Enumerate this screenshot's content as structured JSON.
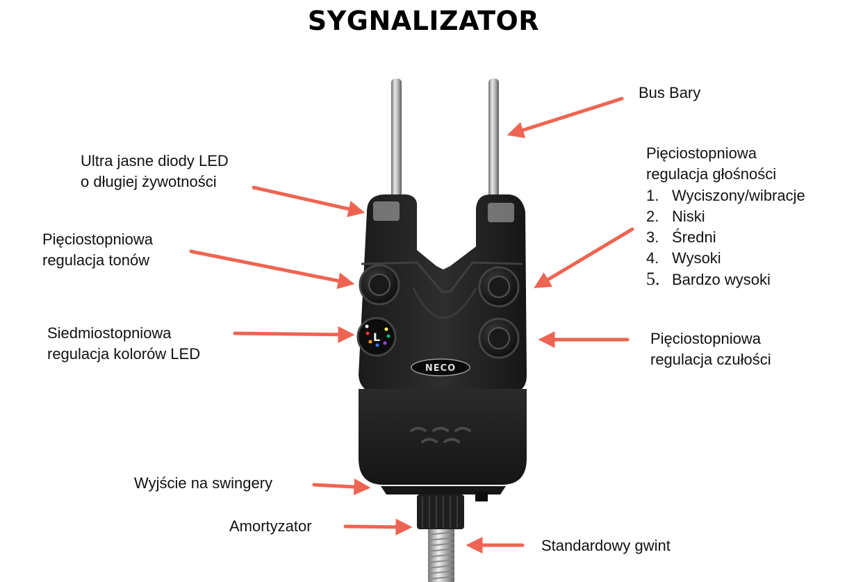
{
  "title": "SYGNALIZATOR",
  "brand": "NECO",
  "led_dial_letter": "L",
  "arrow_color": "#EE6452",
  "labels": {
    "bus_bars": "Bus Bary",
    "led_line1": "Ultra jasne diody LED",
    "led_line2": "o długiej żywotności",
    "tone_line1": "Pięciostopniowa",
    "tone_line2": "regulacja tonów",
    "color_line1": "Siedmiostopniowa",
    "color_line2": "regulacja kolorów LED",
    "volume_line1": "Pięciostopniowa",
    "volume_line2": "regulacja głośności",
    "sensitivity_line1": "Pięciostopniowa",
    "sensitivity_line2": "regulacja czułości",
    "swinger_output": "Wyjście na swingery",
    "shock_absorber": "Amortyzator",
    "standard_thread": "Standardowy gwint"
  },
  "volume_levels": [
    {
      "num": "1.",
      "text": "Wyciszony/wibracje"
    },
    {
      "num": "2.",
      "text": "Niski"
    },
    {
      "num": "3.",
      "text": "Średni"
    },
    {
      "num": "4.",
      "text": "Wysoki"
    },
    {
      "num": "5.",
      "text": "Bardzo wysoki"
    }
  ]
}
